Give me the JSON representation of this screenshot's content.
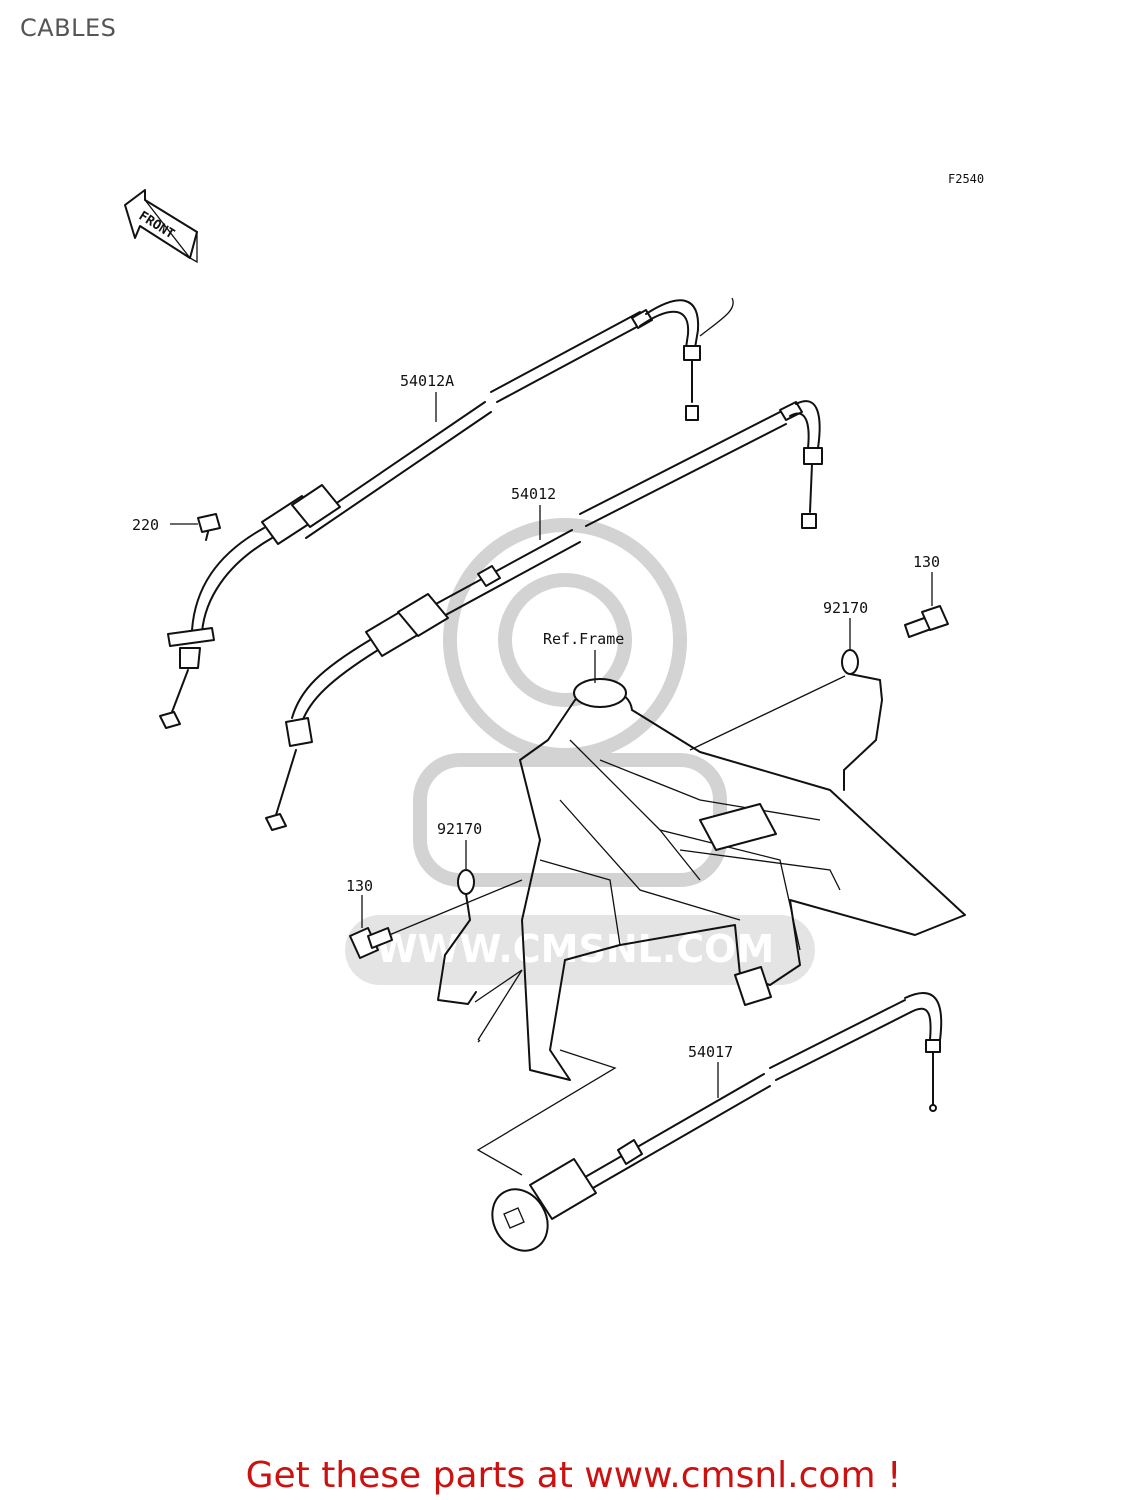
{
  "page": {
    "title": "CABLES"
  },
  "diagram": {
    "figure_code": "F2540",
    "front_label": "FRONT",
    "ref_frame_label": "Ref.Frame",
    "watermark_text": "WWW.CMSNL.COM",
    "callouts": {
      "c54012a": "54012A",
      "c54012": "54012",
      "c220": "220",
      "c130_top": "130",
      "c92170_top": "92170",
      "c92170_left": "92170",
      "c130_left": "130",
      "c54017": "54017"
    }
  },
  "footer": {
    "text": "Get these parts at www.cmsnl.com !"
  }
}
